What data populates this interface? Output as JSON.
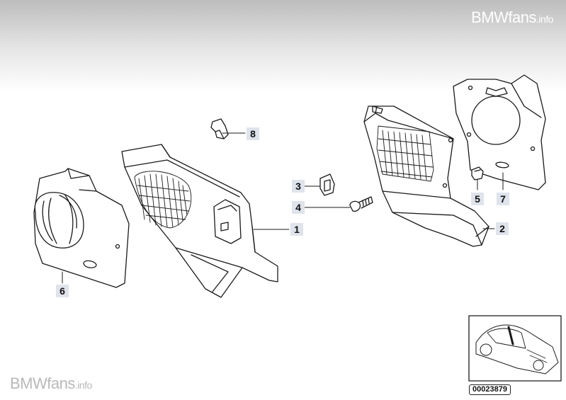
{
  "watermark": {
    "brand": "BMWfans",
    "domain": ".info"
  },
  "callouts": [
    "1",
    "2",
    "3",
    "4",
    "5",
    "6",
    "7",
    "8"
  ],
  "reference_number": "00023879",
  "colors": {
    "line": "#1a1a1a",
    "callout_bg": "#dfe3ec",
    "watermark_top": "#ffffff",
    "watermark_bottom": "#b9b9b9"
  }
}
